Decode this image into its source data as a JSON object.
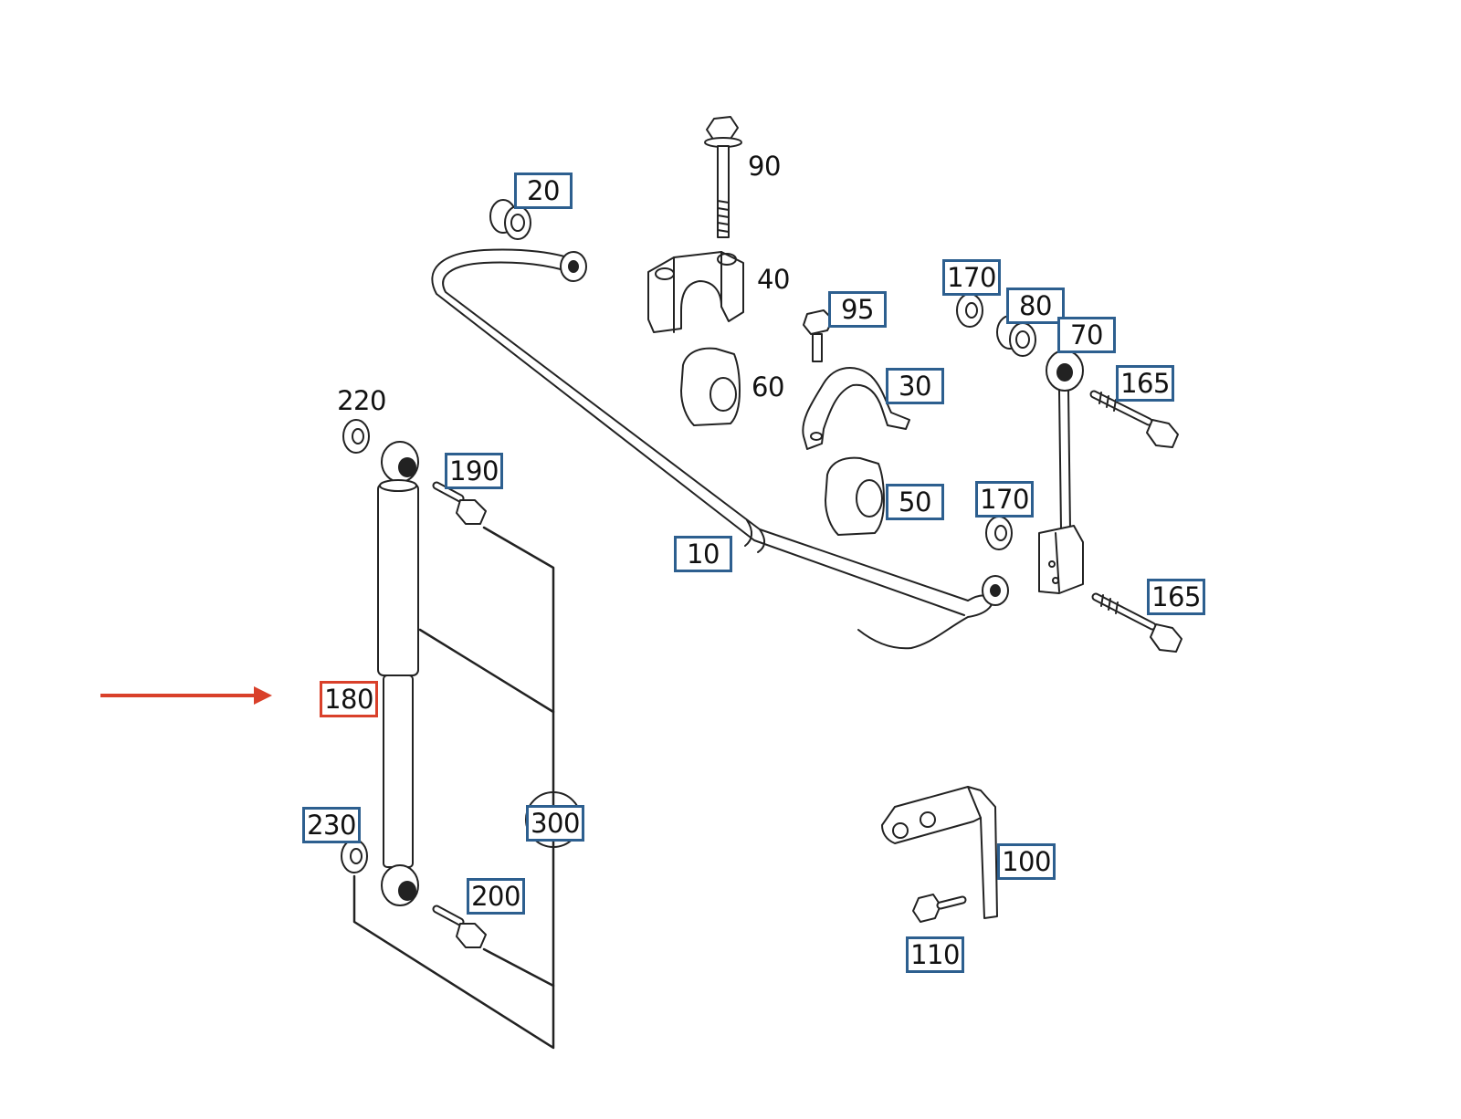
{
  "diagram": {
    "box_color": "#2d5f8f",
    "highlight_color": "#d9402a",
    "arrow_color": "#d9402a",
    "labels": {
      "l10": "10",
      "l20": "20",
      "l30": "30",
      "l40": "40",
      "l50": "50",
      "l60": "60",
      "l70": "70",
      "l80": "80",
      "l90": "90",
      "l95": "95",
      "l100": "100",
      "l110": "110",
      "l165a": "165",
      "l165b": "165",
      "l170a": "170",
      "l170b": "170",
      "l180": "180",
      "l190": "190",
      "l200": "200",
      "l220": "220",
      "l230": "230",
      "l300": "300"
    }
  }
}
